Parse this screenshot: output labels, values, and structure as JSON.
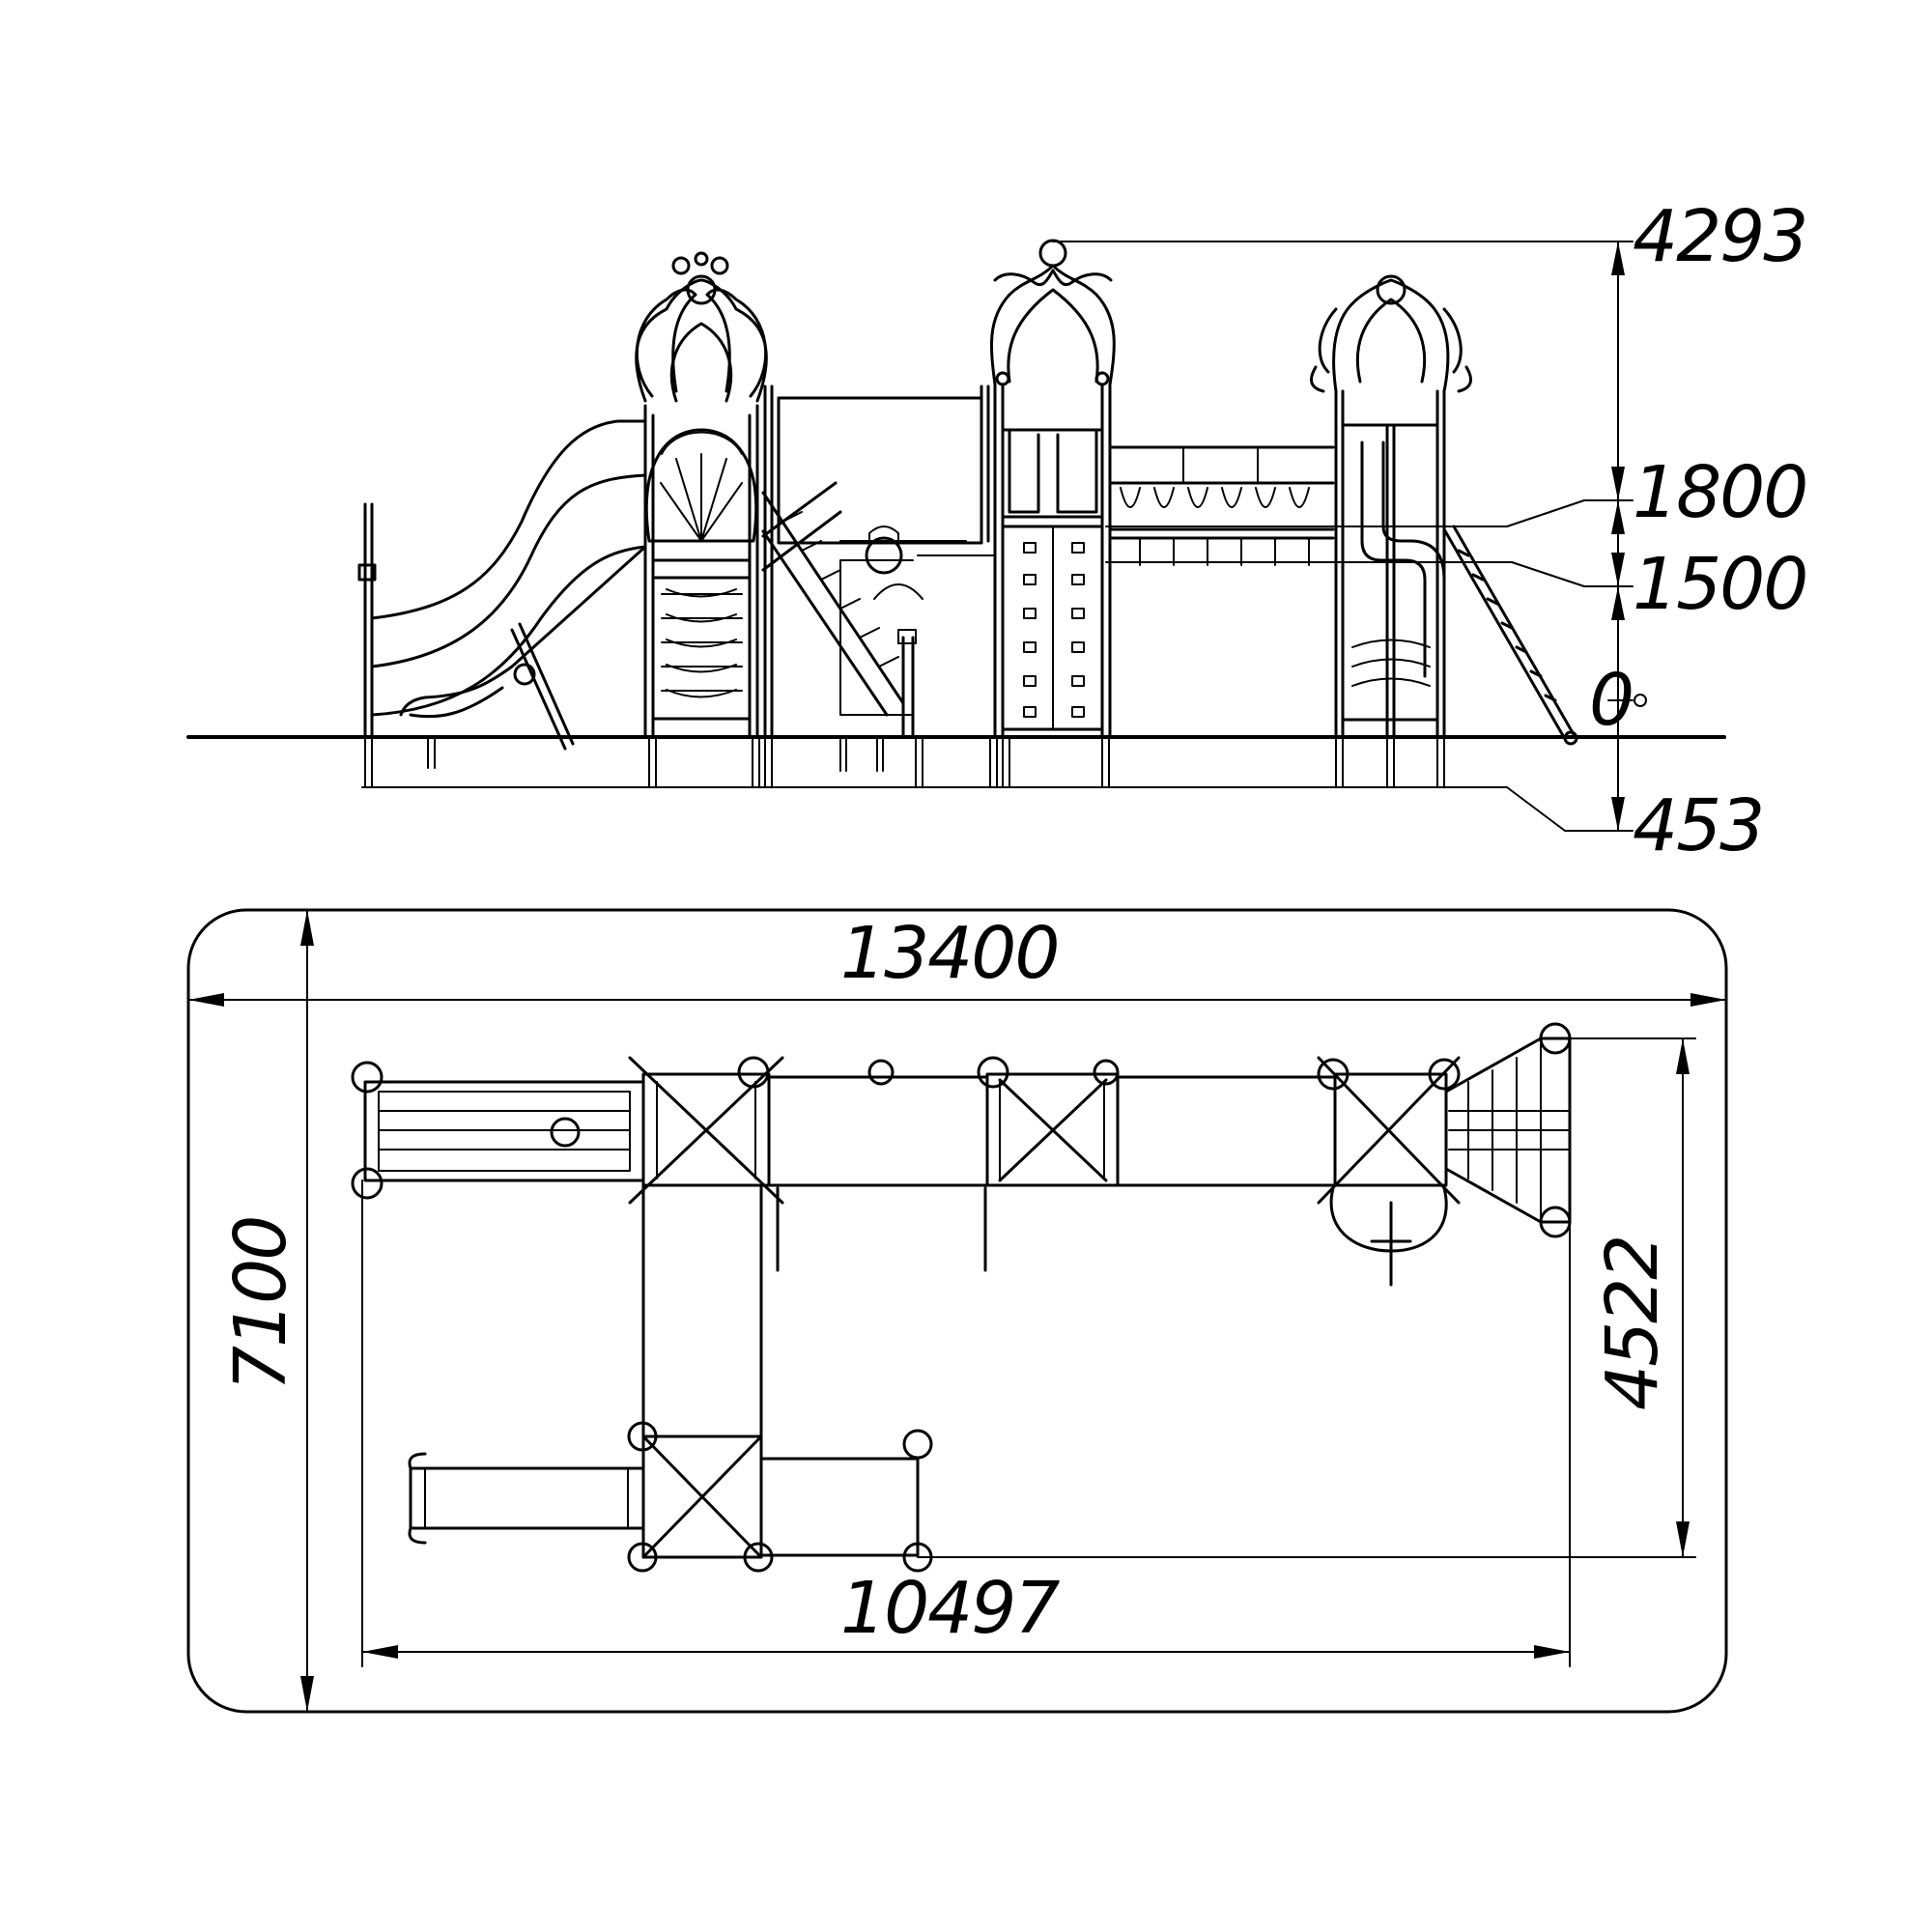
{
  "elevation": {
    "dimensions": {
      "total_height": "4293",
      "platform_high": "1800",
      "platform_low": "1500",
      "ground_level": "0",
      "foundation_depth": "453"
    }
  },
  "plan": {
    "dimensions": {
      "zone_length": "13400",
      "zone_width": "7100",
      "equipment_length": "10497",
      "equipment_width": "4522"
    }
  },
  "colors": {
    "line": "#000000",
    "background": "#ffffff"
  }
}
